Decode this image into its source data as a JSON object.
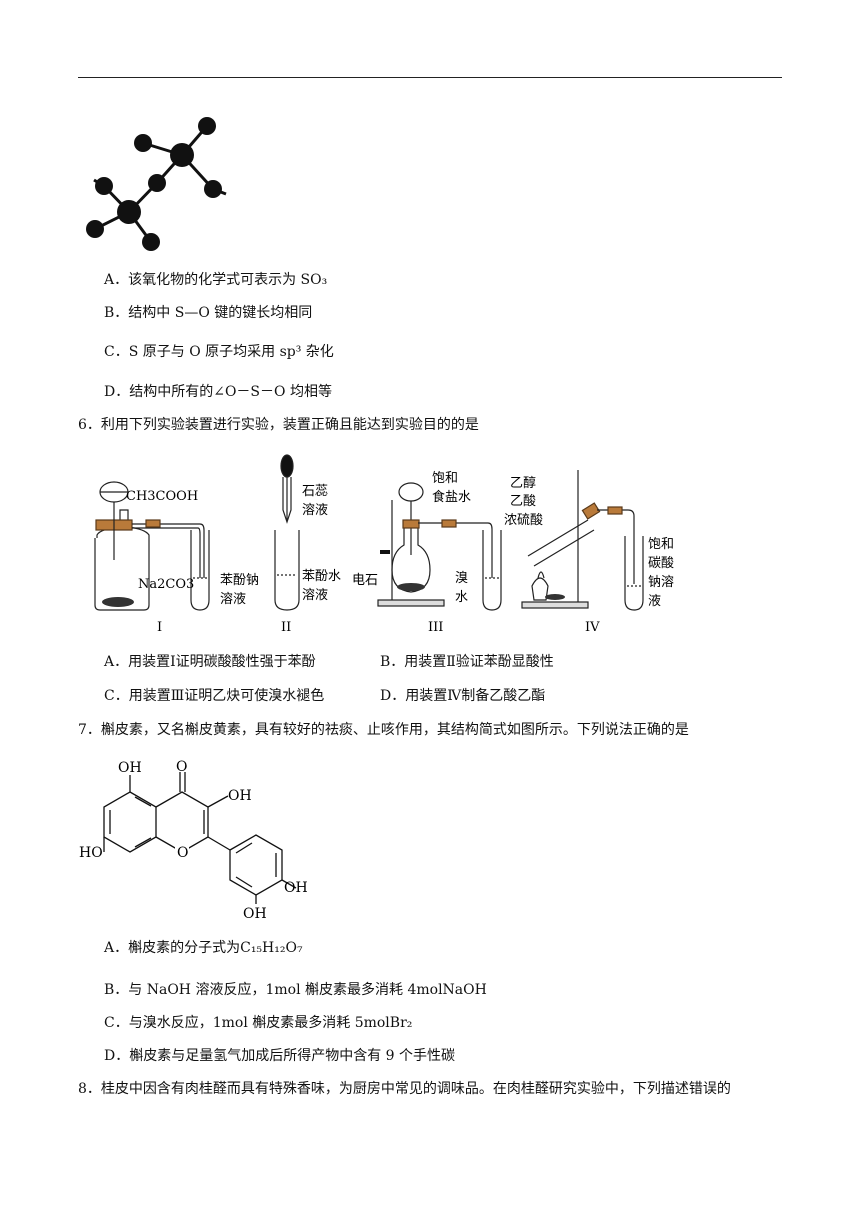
{
  "q5": {
    "options": [
      "A．该氧化物的化学式可表示为 SO₃",
      "B．结构中 S—O 键的键长均相同",
      "C．S 原子与 O 原子均采用 sp³ 杂化",
      "D．结构中所有的∠O－S－O 均相等"
    ]
  },
  "q6": {
    "stem": "6．利用下列实验装置进行实验，装置正确且能达到实验目的的是",
    "apparatus": {
      "I": {
        "roman": "I",
        "funnel_label": "CH3COOH",
        "flask_label": "Na2CO3",
        "tube_label_1": "苯酚钠",
        "tube_label_2": "溶液"
      },
      "II": {
        "roman": "II",
        "dropper_label_1": "石蕊",
        "dropper_label_2": "溶液",
        "tube_label_1": "苯酚水",
        "tube_label_2": "溶液"
      },
      "III": {
        "roman": "III",
        "funnel_label_1": "饱和",
        "funnel_label_2": "食盐水",
        "flask_label": "电石",
        "tube_label_1": "溴",
        "tube_label_2": "水"
      },
      "IV": {
        "roman": "IV",
        "reagent_1": "乙醇",
        "reagent_2": "乙酸",
        "reagent_3": "浓硫酸",
        "tube_label_1": "饱和",
        "tube_label_2": "碳酸",
        "tube_label_3": "钠溶",
        "tube_label_4": "液"
      }
    },
    "options": [
      "A．用装置Ⅰ证明碳酸酸性强于苯酚",
      "B．用装置Ⅱ验证苯酚显酸性",
      "C．用装置Ⅲ证明乙炔可使溴水褪色",
      "D．用装置Ⅳ制备乙酸乙酯"
    ]
  },
  "q7": {
    "stem": "7．槲皮素，又名槲皮黄素，具有较好的祛痰、止咳作用，其结构简式如图所示。下列说法正确的是",
    "structure_labels": {
      "oh_top": "OH",
      "o_carbonyl": "O",
      "oh_right": "OH",
      "ho_left": "HO",
      "o_ring": "O",
      "oh_phenyl_1": "OH",
      "oh_phenyl_2": "OH"
    },
    "options": [
      "A．槲皮素的分子式为C₁₅H₁₂O₇",
      "B．与 NaOH 溶液反应，1mol 槲皮素最多消耗 4molNaOH",
      "C．与溴水反应，1mol 槲皮素最多消耗 5molBr₂",
      "D．槲皮素与足量氢气加成后所得产物中含有 9 个手性碳"
    ]
  },
  "q8": {
    "stem": "8．桂皮中因含有肉桂醛而具有特殊香味，为厨房中常见的调味品。在肉桂醛研究实验中，下列描述错误的"
  }
}
